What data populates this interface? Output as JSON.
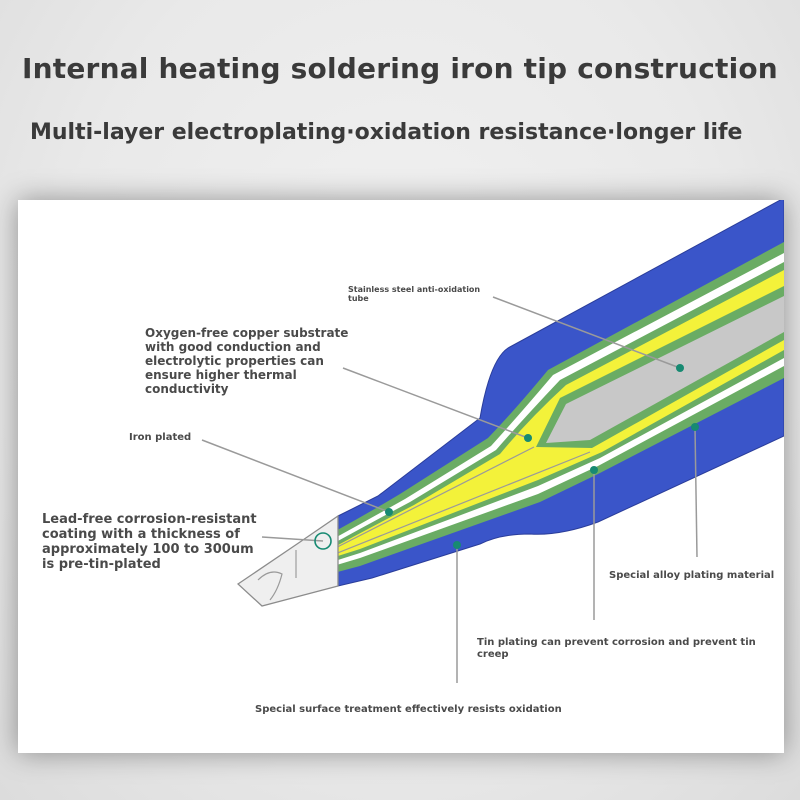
{
  "header": {
    "title": "Internal heating soldering iron tip construction",
    "subtitle": "Multi-layer electroplating·oxidation resistance·longer life"
  },
  "labels": {
    "stainless": "Stainless steel anti-oxidation\ntube",
    "copper": "Oxygen-free copper substrate\nwith good conduction and\nelectrolytic properties can\nensure higher thermal\nconductivity",
    "iron": "Iron plated",
    "lead_free": "Lead-free corrosion-resistant\ncoating with a thickness of\napproximately 100 to 300um\nis pre-tin-plated",
    "special_alloy": "Special alloy plating material",
    "tin_plating": "Tin plating can prevent corrosion and prevent tin creep",
    "surface": "Special surface treatment effectively resists oxidation"
  },
  "colors": {
    "blue": "#3a55c9",
    "green": "#6aac64",
    "yellow": "#f3f23a",
    "grey": "#c8c8c8",
    "marker": "#178a72"
  }
}
